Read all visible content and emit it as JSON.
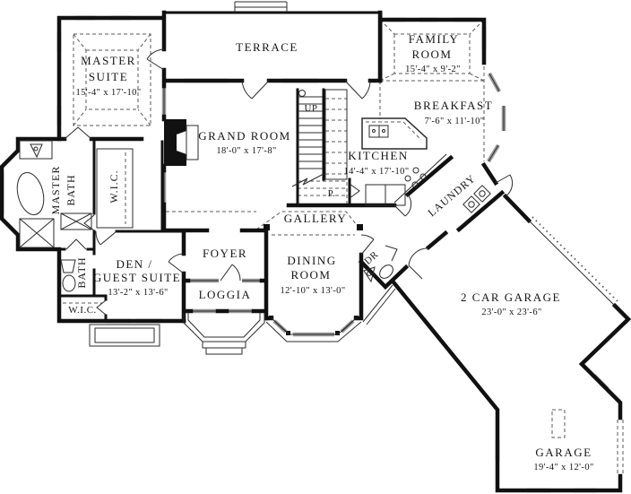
{
  "plan_type": "floor-plan",
  "colors": {
    "wall": "#111111",
    "window": "#9a9a9a",
    "background": "#ffffff",
    "dashed": "#5a5a5a"
  },
  "rooms": {
    "terrace": {
      "label": "TERRACE"
    },
    "master_suite": {
      "line1": "MASTER",
      "line2": "SUITE",
      "dims": "15'-4\" x 17'-10\""
    },
    "family_room": {
      "line1": "FAMILY",
      "line2": "ROOM",
      "dims": "15'-4\" x 9'-2\""
    },
    "grand_room": {
      "label": "GRAND ROOM",
      "dims": "18'-0\" x 17'-8\""
    },
    "breakfast": {
      "label": "BREAKFAST",
      "dims": "7'-6\" x 11'-10\""
    },
    "kitchen": {
      "label": "KITCHEN",
      "dims": "14'-4\" x 17'-10\""
    },
    "master_bath": {
      "line1": "MASTER",
      "line2": "BATH"
    },
    "wic_master": {
      "label": "W.I.C."
    },
    "gallery": {
      "label": "GALLERY"
    },
    "laundry": {
      "label": "LAUNDRY"
    },
    "den_guest_suite": {
      "line1": "DEN /",
      "line2": "GUEST SUITE",
      "dims": "13'-2\" x 13'-6\""
    },
    "bath": {
      "label": "BATH"
    },
    "wic2": {
      "label": "W.I.C."
    },
    "foyer": {
      "label": "FOYER"
    },
    "loggia": {
      "label": "LOGGIA"
    },
    "dining_room": {
      "line1": "DINING",
      "line2": "ROOM",
      "dims": "12'-10\" x 13'-0\""
    },
    "powder_room": {
      "label": "PDR"
    },
    "two_car_garage": {
      "label": "2 CAR GARAGE",
      "dims": "23'-0\" x 23'-6\""
    },
    "garage": {
      "label": "GARAGE",
      "dims": "19'-4\" x 12'-0\""
    },
    "stairs": {
      "label": "UP"
    },
    "pantry": {
      "label": "P."
    }
  }
}
